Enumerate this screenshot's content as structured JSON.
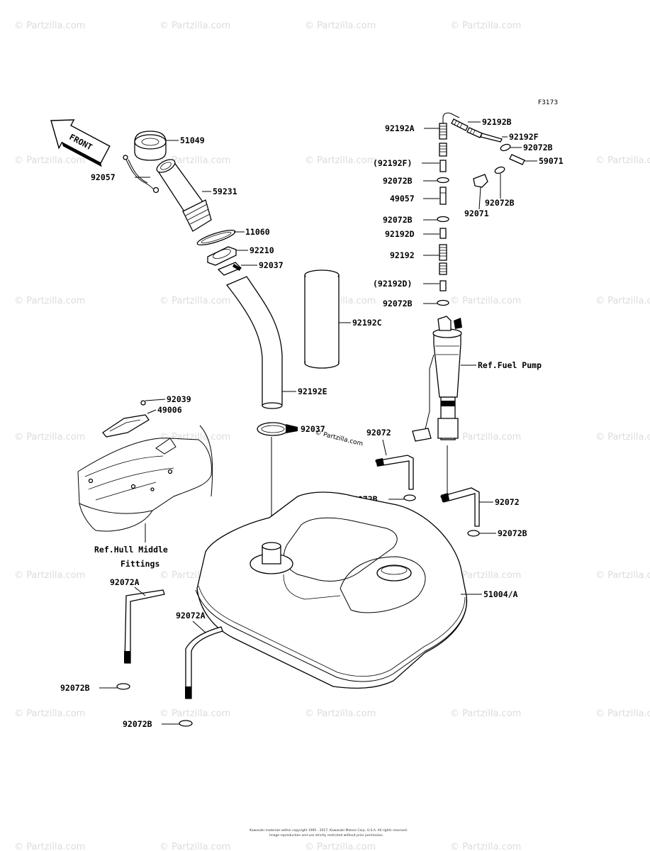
{
  "figure_code": "F3173",
  "front_label": "FRONT",
  "labels": {
    "l51049": "51049",
    "l92057": "92057",
    "l59231": "59231",
    "l11060": "11060",
    "l92210": "92210",
    "l92037": "92037",
    "l92192C": "92192C",
    "l92192E": "92192E",
    "l92039": "92039",
    "l49006": "49006",
    "l92037b": "92037",
    "l92192A": "92192A",
    "l92192B": "92192B",
    "l92192F": "92192F",
    "l92072B_1": "92072B",
    "l59071": "59071",
    "l92192F_p": "(92192F)",
    "l92072B_2": "92072B",
    "l49057": "49057",
    "l92072B_3": "92072B",
    "l92071": "92071",
    "l92072B_4": "92072B",
    "l92192D": "92192D",
    "l92192": "92192",
    "l92192D_p": "(92192D)",
    "l92072B_5": "92072B",
    "l_fuel_pump": "Ref.Fuel Pump",
    "l92072_1": "92072",
    "l92072B_6": "92072B",
    "l92072_2": "92072",
    "l92072B_7": "92072B",
    "l51004A": "51004/A",
    "l_hull_1": "Ref.Hull Middle",
    "l_hull_2": "Fittings",
    "l92072A_1": "92072A",
    "l92072A_2": "92072A",
    "l92072B_8": "92072B",
    "l92072B_9": "92072B"
  },
  "watermark": "© Partzilla.com",
  "copyright_line_1": "Kawasaki materials within copyright 1995 - 2017, Kawasaki Motors Corp. U.S.A. All rights reserved.",
  "copyright_line_2": "Image reproduction and use strictly restricted without prior permission."
}
